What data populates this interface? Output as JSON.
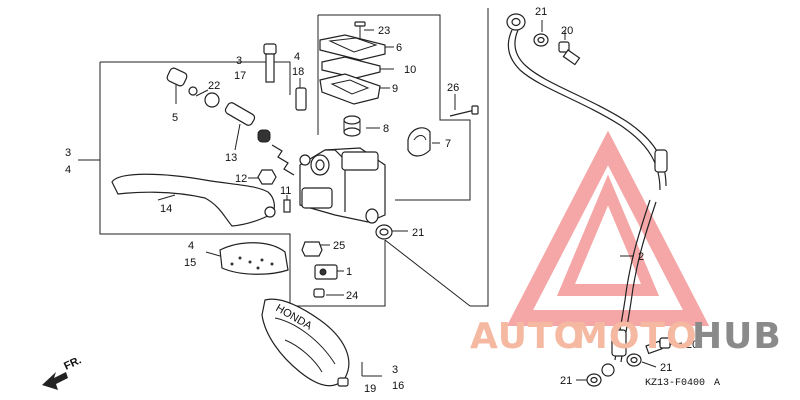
{
  "callouts": [
    {
      "id": "c1",
      "text": "1"
    },
    {
      "id": "c2",
      "text": "2"
    },
    {
      "id": "c3a",
      "text": "3"
    },
    {
      "id": "c3b",
      "text": "3"
    },
    {
      "id": "c3c",
      "text": "3"
    },
    {
      "id": "c4a",
      "text": "4"
    },
    {
      "id": "c4b",
      "text": "4"
    },
    {
      "id": "c4c",
      "text": "4"
    },
    {
      "id": "c5",
      "text": "5"
    },
    {
      "id": "c6",
      "text": "6"
    },
    {
      "id": "c7",
      "text": "7"
    },
    {
      "id": "c8",
      "text": "8"
    },
    {
      "id": "c9",
      "text": "9"
    },
    {
      "id": "c10",
      "text": "10"
    },
    {
      "id": "c11",
      "text": "11"
    },
    {
      "id": "c12",
      "text": "12"
    },
    {
      "id": "c13",
      "text": "13"
    },
    {
      "id": "c14",
      "text": "14"
    },
    {
      "id": "c15",
      "text": "15"
    },
    {
      "id": "c16",
      "text": "16"
    },
    {
      "id": "c17",
      "text": "17"
    },
    {
      "id": "c18",
      "text": "18"
    },
    {
      "id": "c19",
      "text": "19"
    },
    {
      "id": "c20a",
      "text": "20"
    },
    {
      "id": "c20b",
      "text": "20"
    },
    {
      "id": "c21a",
      "text": "21"
    },
    {
      "id": "c21b",
      "text": "21"
    },
    {
      "id": "c21c",
      "text": "21"
    },
    {
      "id": "c21d",
      "text": "21"
    },
    {
      "id": "c22",
      "text": "22"
    },
    {
      "id": "c23",
      "text": "23"
    },
    {
      "id": "c24",
      "text": "24"
    },
    {
      "id": "c25",
      "text": "25"
    },
    {
      "id": "c26",
      "text": "26"
    }
  ],
  "direction_label": "FR.",
  "diagram_code": "KZ13-F0400",
  "diagram_code_suffix": "A",
  "handguard_brand": "HONDA",
  "watermark": {
    "word_1": "AUTO",
    "word_2": "MOTO",
    "word_3": "HUB",
    "color_1": "#f5b8a0",
    "color_2": "#f5b8a0",
    "color_3": "#8a8a8a",
    "triangle_color": "#f28a8a"
  }
}
